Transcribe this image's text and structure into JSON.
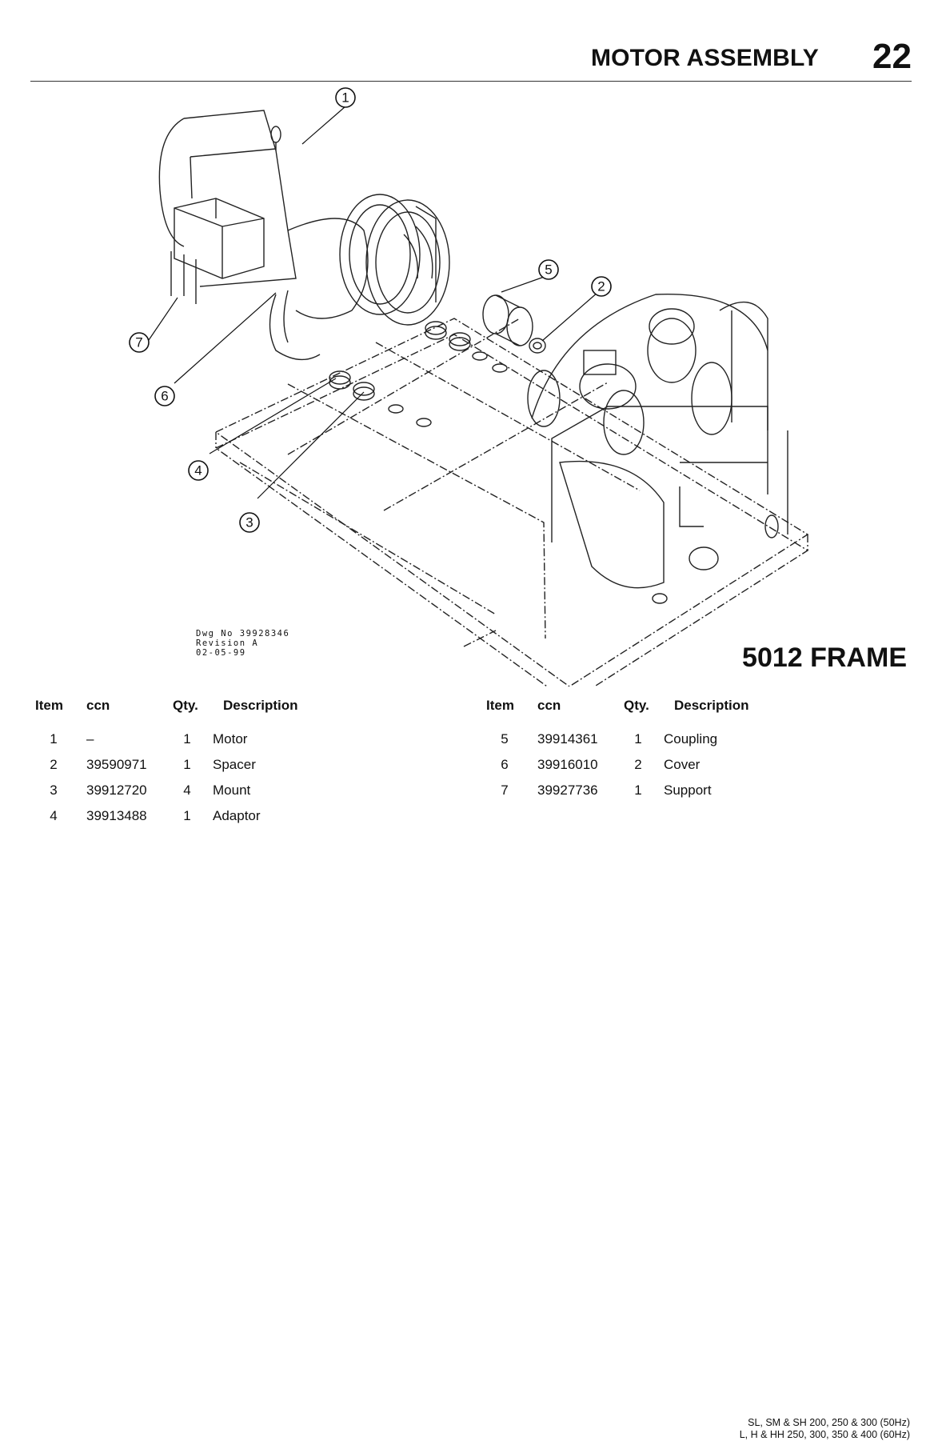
{
  "header": {
    "title": "MOTOR ASSEMBLY",
    "page_number": "22"
  },
  "drawing": {
    "dwg_no": "Dwg No 39928346",
    "revision": "Revision A",
    "date": "02-05-99",
    "frame_label": "5012 FRAME",
    "callouts": [
      "1",
      "2",
      "3",
      "4",
      "5",
      "6",
      "7"
    ]
  },
  "table": {
    "headers": {
      "item": "Item",
      "ccn": "ccn",
      "qty": "Qty.",
      "description": "Description"
    },
    "left_rows": [
      {
        "item": "1",
        "ccn": "–",
        "qty": "1",
        "description": "Motor"
      },
      {
        "item": "2",
        "ccn": "39590971",
        "qty": "1",
        "description": "Spacer"
      },
      {
        "item": "3",
        "ccn": "39912720",
        "qty": "4",
        "description": "Mount"
      },
      {
        "item": "4",
        "ccn": "39913488",
        "qty": "1",
        "description": "Adaptor"
      }
    ],
    "right_rows": [
      {
        "item": "5",
        "ccn": "39914361",
        "qty": "1",
        "description": "Coupling"
      },
      {
        "item": "6",
        "ccn": "39916010",
        "qty": "2",
        "description": "Cover"
      },
      {
        "item": "7",
        "ccn": "39927736",
        "qty": "1",
        "description": "Support"
      }
    ]
  },
  "footer": {
    "line1": "SL, SM & SH 200, 250 & 300 (50Hz)",
    "line2": "L, H & HH 250, 300, 350 & 400 (60Hz)"
  }
}
